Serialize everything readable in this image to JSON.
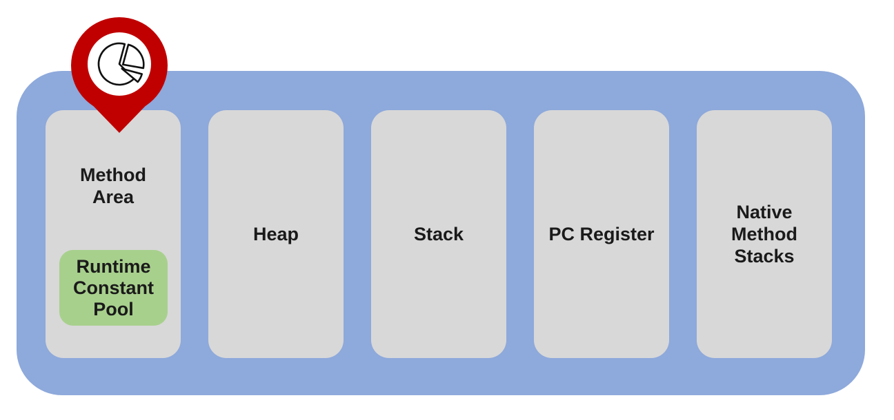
{
  "colors": {
    "canvas_background": "#FFFFFF",
    "container_blue": "#8EA9DB",
    "box_gray": "#D8D8D8",
    "pool_green": "#A8D08D",
    "pin_red": "#C00000",
    "text": "#1A1A1A",
    "icon_stroke": "#111111"
  },
  "diagram": {
    "boxes": [
      {
        "id": "method-area",
        "label": "Method\nArea"
      },
      {
        "id": "heap",
        "label": "Heap"
      },
      {
        "id": "stack",
        "label": "Stack"
      },
      {
        "id": "pc-register",
        "label": "PC Register"
      },
      {
        "id": "native-method-stacks",
        "label": "Native\nMethod\nStacks"
      }
    ],
    "method_area_child": {
      "id": "runtime-constant-pool",
      "label": "Runtime\nConstant\nPool"
    },
    "marker": {
      "icon": "pie-chart-icon"
    }
  }
}
